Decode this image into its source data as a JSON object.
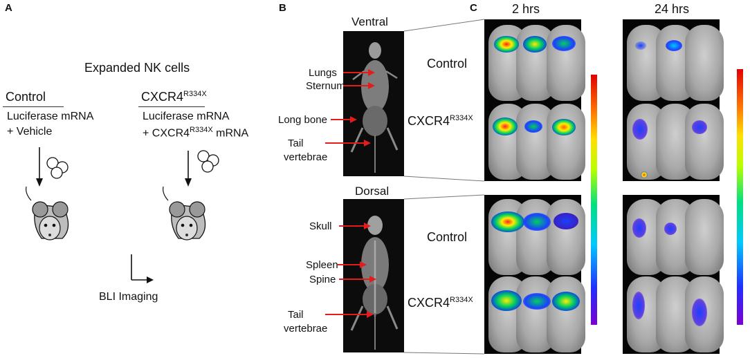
{
  "panels": {
    "a": "A",
    "b": "B",
    "c": "C"
  },
  "panel_a": {
    "title": "Expanded NK cells",
    "control_label": "Control",
    "control_line1": "Luciferase mRNA",
    "control_line2": "+ Vehicle",
    "mutant_label": "CXCR4",
    "mutant_sup": "R334X",
    "mutant_line1": "Luciferase mRNA",
    "mutant_line2_prefix": "+ CXCR4",
    "mutant_line2_sup": "R334X",
    "mutant_line2_suffix": " mRNA",
    "footer": "BLI Imaging"
  },
  "panel_b": {
    "ventral_title": "Ventral",
    "dorsal_title": "Dorsal",
    "ventral_labels": [
      "Lungs",
      "Sternum",
      "Long bone",
      "Tail",
      "vertebrae"
    ],
    "dorsal_labels": [
      "Skull",
      "Spleen",
      "Spine",
      "Tail",
      "vertebrae"
    ]
  },
  "panel_c": {
    "time_2h": "2 hrs",
    "time_24h": "24 hrs",
    "row_control": "Control",
    "row_mutant": "CXCR4",
    "row_mutant_sup": "R334X"
  },
  "colors": {
    "arrow": "#e21b1b"
  }
}
